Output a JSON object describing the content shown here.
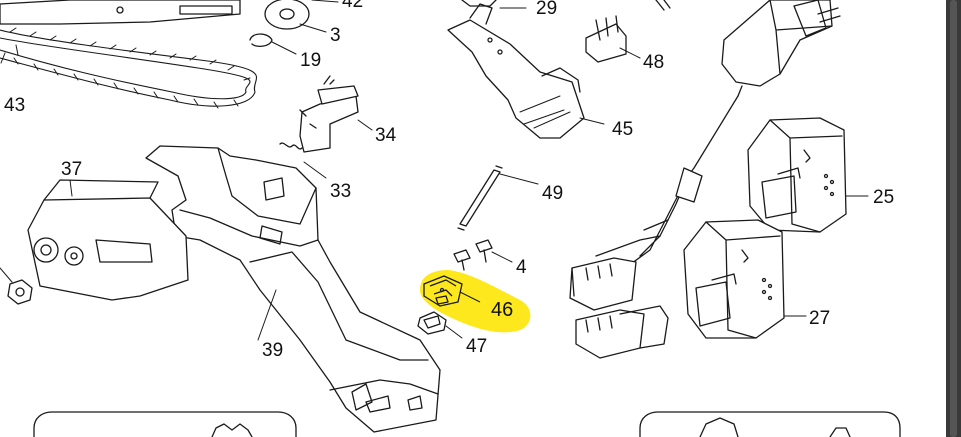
{
  "diagram": {
    "labels": {
      "p42": "42",
      "p29": "29",
      "p3": "3",
      "p19": "19",
      "p43": "43",
      "p48": "48",
      "p34": "34",
      "p45": "45",
      "p37": "37",
      "p33": "33",
      "p25": "25",
      "p49": "49",
      "p4": "4",
      "p46": "46",
      "p47": "47",
      "p39": "39",
      "p27": "27"
    },
    "highlighted_part": "46",
    "highlight_color": "#fde81e"
  },
  "colors": {
    "line": "#1a1a1a",
    "scrollbar_track": "#3a3a3a",
    "scrollbar_thumb": "#555555"
  }
}
